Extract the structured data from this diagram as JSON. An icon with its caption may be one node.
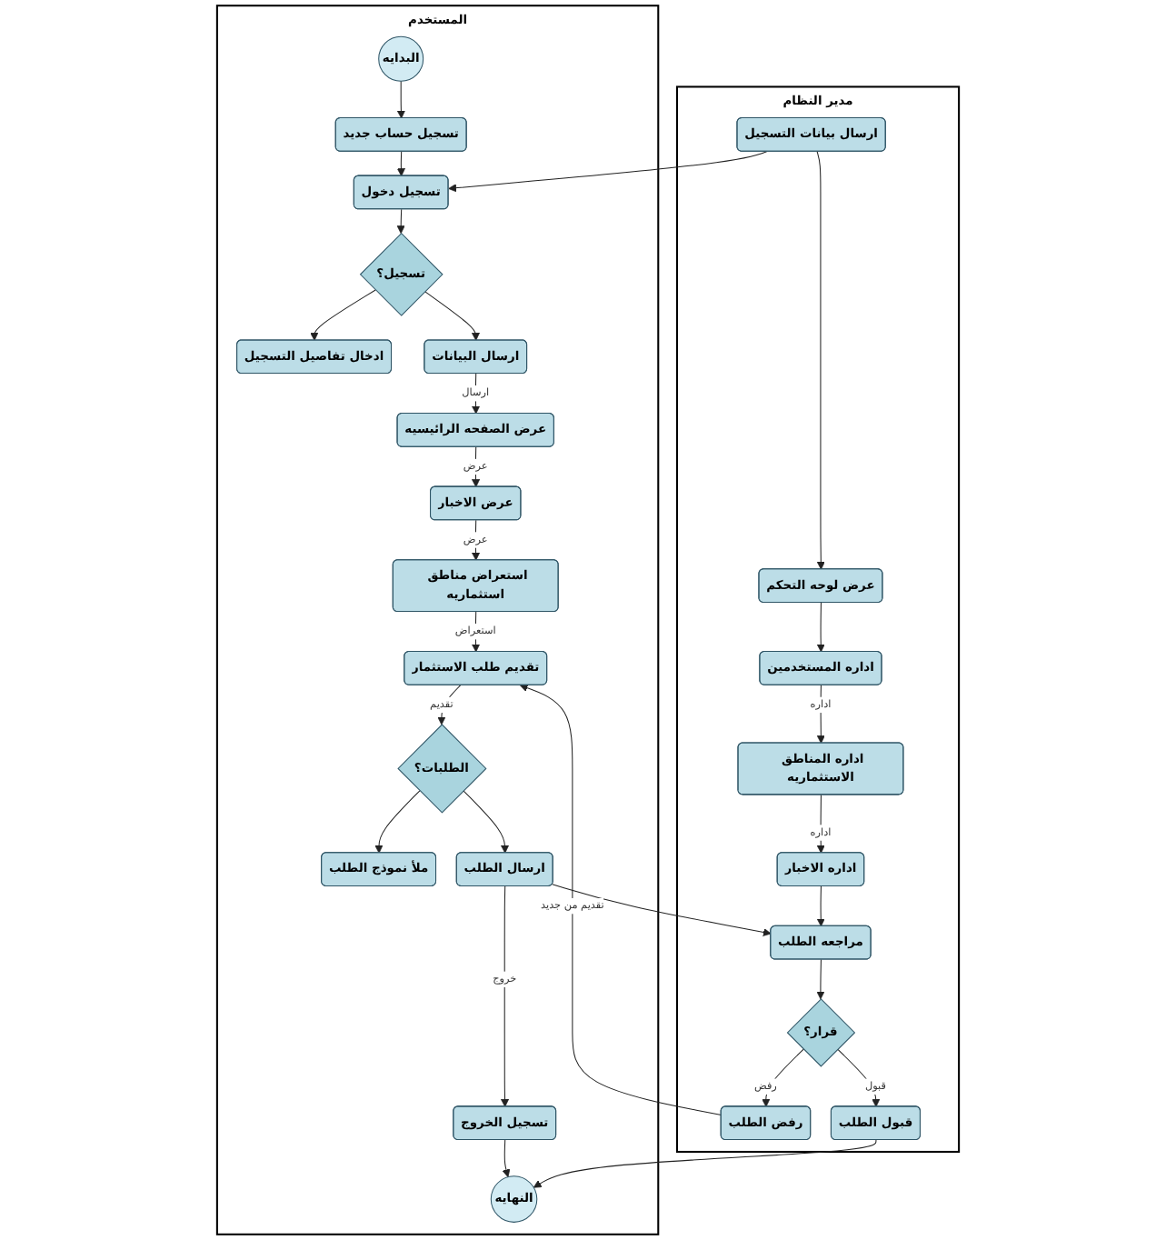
{
  "diagram": {
    "nodes": [
      {
        "text": [
          "المستخدم"
        ]
      },
      {
        "text": [
          "البدايه"
        ],
        "in": 0
      },
      {
        "text": [
          "تسجيل حساب جديد"
        ],
        "in": 0
      },
      {
        "text": [
          "تسجيل دخول"
        ],
        "in": 0
      },
      {
        "text": [
          "تسجيل؟"
        ],
        "in": 0
      },
      {
        "text": [
          "ادخال تفاصيل التسجيل"
        ],
        "in": 0
      },
      {
        "text": [
          "ارسال البيانات"
        ],
        "in": 0
      },
      {
        "text": [
          "عرض الصفحه الرائيسيه"
        ],
        "in": 0
      },
      {
        "text": [
          "عرض الاخبار"
        ],
        "in": 0
      },
      {
        "text": [
          "استعراض مناطق استثماريه"
        ],
        "in": 0
      },
      {
        "text": [
          "تقديم طلب الاستثمار"
        ],
        "in": 0
      },
      {
        "text": [
          "الطلبات؟"
        ],
        "in": 0
      },
      {
        "text": [
          "ملأ نموذج الطلب"
        ],
        "in": 0
      },
      {
        "text": [
          "ارسال الطلب"
        ],
        "in": 0
      },
      {
        "text": [
          "تسجيل الخروج"
        ],
        "in": 0
      },
      {
        "text": [
          "النهايه"
        ],
        "in": 0
      },
      {
        "text": [
          "مدير النظام"
        ]
      },
      {
        "text": [
          "ارسال بيانات التسجيل"
        ],
        "in": 16
      },
      {
        "text": [
          "عرض لوحه التحكم"
        ],
        "in": 16
      },
      {
        "text": [
          "اداره المستخدمين"
        ],
        "in": 16
      },
      {
        "text": [
          "اداره المناطق الاستثماريه"
        ],
        "in": 16
      },
      {
        "text": [
          "اداره الاخبار"
        ],
        "in": 16
      },
      {
        "text": [
          "مراجعه الطلب"
        ],
        "in": 16
      },
      {
        "text": [
          "قرار؟"
        ],
        "in": 16
      },
      {
        "text": [
          "رفض الطلب"
        ],
        "in": 16
      },
      {
        "text": [
          "قبول الطلب"
        ],
        "in": 16
      }
    ],
    "edges": [
      {
        "from": 1,
        "to": 2,
        "arrow": "to"
      },
      {
        "from": 2,
        "to": 3,
        "arrow": "to"
      },
      {
        "from": 3,
        "to": 4,
        "arrow": "to"
      },
      {
        "from": 4,
        "to": 5,
        "arrow": "to"
      },
      {
        "from": 4,
        "to": 6,
        "arrow": "to"
      },
      {
        "from": 6,
        "to": 7,
        "arrow": "to",
        "label": "ارسال"
      },
      {
        "from": 7,
        "to": 8,
        "arrow": "to",
        "label": "عرض"
      },
      {
        "from": 8,
        "to": 9,
        "arrow": "to",
        "label": "عرض"
      },
      {
        "from": 9,
        "to": 10,
        "arrow": "to",
        "label": "استعراض"
      },
      {
        "from": 10,
        "to": 11,
        "arrow": "to",
        "label": "تقديم"
      },
      {
        "from": 11,
        "to": 12,
        "arrow": "to"
      },
      {
        "from": 11,
        "to": 13,
        "arrow": "to"
      },
      {
        "from": 13,
        "to": 22,
        "arrow": "to"
      },
      {
        "from": 13,
        "to": 14,
        "arrow": "to",
        "label": "خروج"
      },
      {
        "from": 14,
        "to": 15,
        "arrow": "to"
      },
      {
        "from": 17,
        "to": 3,
        "arrow": "to"
      },
      {
        "from": 17,
        "to": 18,
        "arrow": "to"
      },
      {
        "from": 18,
        "to": 19,
        "arrow": "to"
      },
      {
        "from": 19,
        "to": 20,
        "arrow": "to",
        "label": "اداره"
      },
      {
        "from": 20,
        "to": 21,
        "arrow": "to",
        "label": "اداره"
      },
      {
        "from": 21,
        "to": 22,
        "arrow": "to"
      },
      {
        "from": 22,
        "to": 23,
        "arrow": "to"
      },
      {
        "from": 23,
        "to": 24,
        "arrow": "to",
        "label": "رفض"
      },
      {
        "from": 23,
        "to": 25,
        "arrow": "to",
        "label": "قبول"
      },
      {
        "from": 24,
        "to": 10,
        "arrow": "to",
        "label": "تقديم من جديد"
      },
      {
        "from": 25,
        "to": 15,
        "arrow": "to"
      }
    ]
  }
}
